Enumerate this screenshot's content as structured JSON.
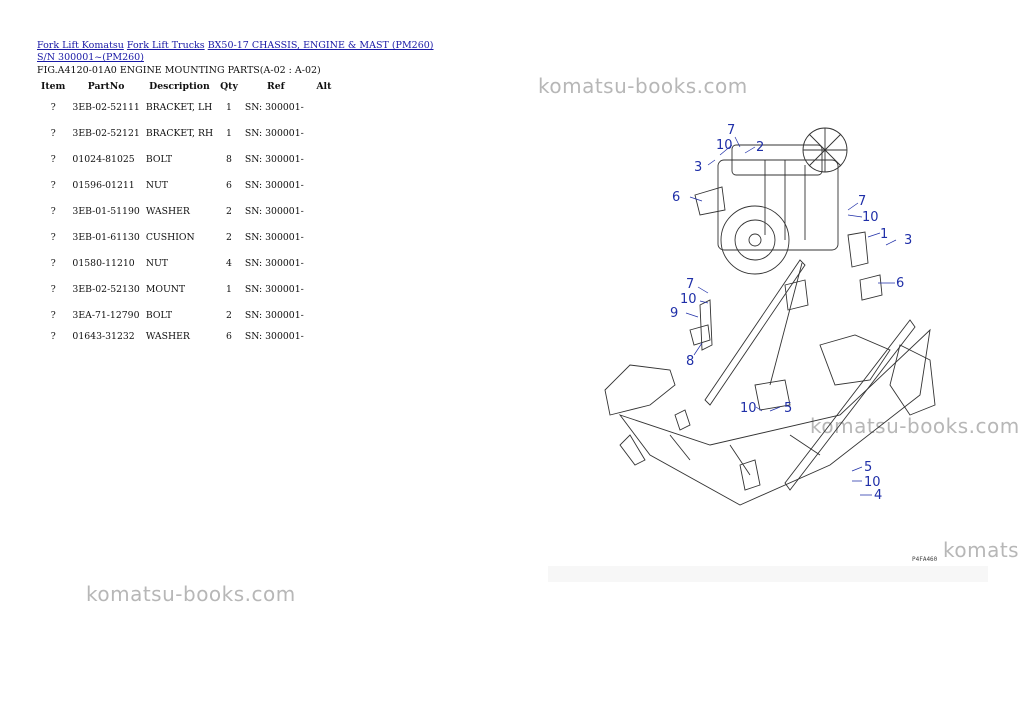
{
  "breadcrumb": {
    "links": [
      "Fork Lift Komatsu",
      "Fork Lift Trucks",
      "BX50-17 CHASSIS, ENGINE & MAST (PM260) S/N 300001~(PM260)"
    ]
  },
  "figure_title": "FIG.A4120-01A0 ENGINE MOUNTING PARTS(A-02 : A-02)",
  "table": {
    "headers": [
      "Item",
      "PartNo",
      "Description",
      "Qty",
      "Ref",
      "Alt"
    ],
    "rows": [
      [
        "?",
        "3EB-02-52111",
        "BRACKET, LH",
        "1",
        "SN: 300001-",
        ""
      ],
      [
        "?",
        "3EB-02-52121",
        "BRACKET, RH",
        "1",
        "SN: 300001-",
        ""
      ],
      [
        "?",
        "01024-81025",
        "BOLT",
        "8",
        "SN: 300001-",
        ""
      ],
      [
        "?",
        "01596-01211",
        "NUT",
        "6",
        "SN: 300001-",
        ""
      ],
      [
        "?",
        "3EB-01-51190",
        "WASHER",
        "2",
        "SN: 300001-",
        ""
      ],
      [
        "?",
        "3EB-01-61130",
        "CUSHION",
        "2",
        "SN: 300001-",
        ""
      ],
      [
        "?",
        "01580-11210",
        "NUT",
        "4",
        "SN: 300001-",
        ""
      ],
      [
        "?",
        "3EB-02-52130",
        "MOUNT",
        "1",
        "SN: 300001-",
        ""
      ],
      [
        "?",
        "3EA-71-12790",
        "BOLT",
        "2",
        "SN: 300001-",
        ""
      ],
      [
        "?",
        "01643-31232",
        "WASHER",
        "6",
        "SN: 300001-",
        ""
      ]
    ]
  },
  "watermarks": [
    "komatsu-books.com",
    "komatsu-books.com",
    "komats",
    "komatsu-books.com"
  ],
  "diagram": {
    "callouts": [
      "7",
      "10",
      "2",
      "3",
      "6",
      "7",
      "10",
      "1",
      "3",
      "6",
      "7",
      "10",
      "9",
      "8",
      "10",
      "5",
      "5",
      "10",
      "4"
    ],
    "code": "P4FA460"
  },
  "colors": {
    "link": "#1a1aa6",
    "callout": "#1f2fa8",
    "watermark": "#b7b7b7"
  }
}
